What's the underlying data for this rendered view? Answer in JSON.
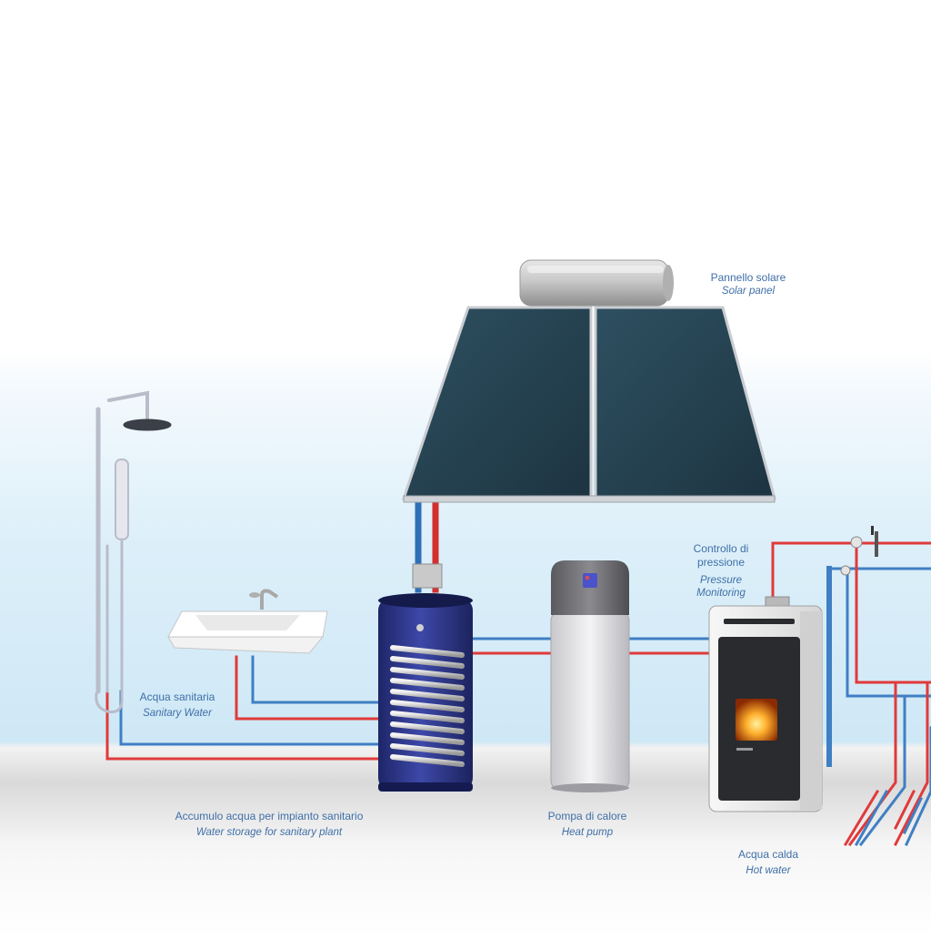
{
  "labels": {
    "solar_panel": {
      "it": "Pannello solare",
      "en": "Solar panel"
    },
    "pressure_control": {
      "it_line1": "Controllo di",
      "it_line2": "pressione",
      "en_line1": "Pressure",
      "en_line2": "Monitoring"
    },
    "sanitary_water": {
      "it": "Acqua sanitaria",
      "en": "Sanitary Water"
    },
    "water_storage": {
      "it": "Accumulo acqua per impianto sanitario",
      "en": "Water storage for sanitary plant"
    },
    "heat_pump": {
      "it": "Pompa di calore",
      "en": "Heat pump"
    },
    "hot_water": {
      "it": "Acqua calda",
      "en": "Hot water"
    }
  },
  "colors": {
    "hot_pipe": "#e03a3a",
    "cold_pipe": "#3f7fc4",
    "label_text": "#3f6fa8",
    "tank_body": "#2f3a8f",
    "panel_glass": "#24414f"
  },
  "icons": {
    "solar_panel": "solar-panel-icon",
    "shower": "shower-icon",
    "sink": "sink-icon",
    "storage_tank": "storage-tank-icon",
    "heat_pump": "heat-pump-icon",
    "stove": "pellet-stove-icon",
    "pressure_gauge": "pressure-gauge-icon"
  }
}
